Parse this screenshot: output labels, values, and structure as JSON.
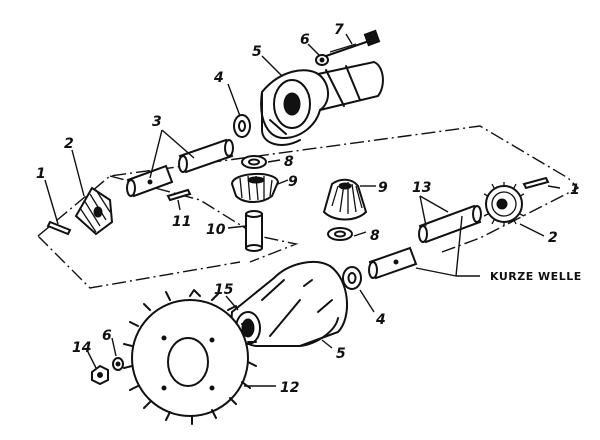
{
  "diagram": {
    "callouts": {
      "c1_left": "1",
      "c1_right": "1",
      "c2_left": "2",
      "c2_right": "2",
      "c3": "3",
      "c4_top": "4",
      "c4_bottom": "4",
      "c5_top": "5",
      "c5_bottom": "5",
      "c6_top": "6",
      "c6_bottom": "6",
      "c7": "7",
      "c8_top": "8",
      "c8_bottom": "8",
      "c9_left": "9",
      "c9_right": "9",
      "c10": "10",
      "c11": "11",
      "c12": "12",
      "c13": "13",
      "c14": "14",
      "c15": "15"
    },
    "note": "KURZE WELLE"
  }
}
